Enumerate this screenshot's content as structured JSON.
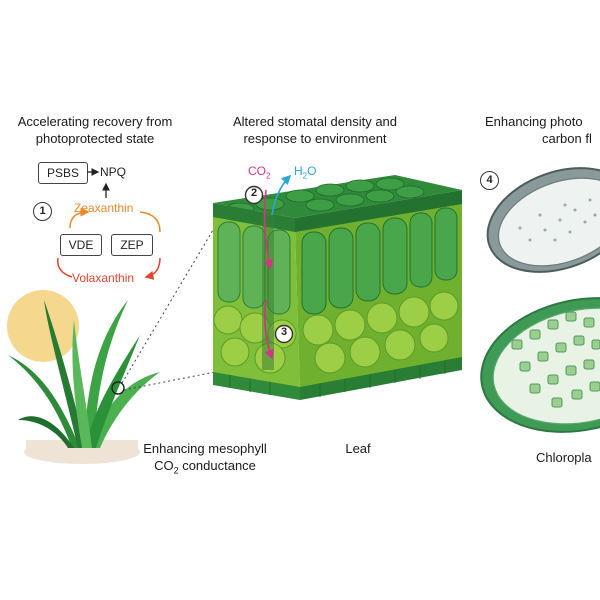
{
  "panel1": {
    "title_line1": "Accelerating recovery from",
    "title_line2": "photoprotected state",
    "psbs": "PSBS",
    "npq": "NPQ",
    "number": "1",
    "zeaxanthin": "Zeaxanthin",
    "vde": "VDE",
    "zep": "ZEP",
    "volaxanthin": "Volaxanthin",
    "caption_line1": "Enhancing mesophyll",
    "caption_co": "CO",
    "caption_sub": "2",
    "caption_rest": " conductance"
  },
  "panel2": {
    "title_line1": "Altered stomatal density and",
    "title_line2": "response to environment",
    "co_label": "CO",
    "co_sub": "2",
    "h_label": "H",
    "h_sub": "2",
    "o_label": "O",
    "number2": "2",
    "number3": "3",
    "leaf_label": "Leaf"
  },
  "panel3": {
    "title_line1": "Enhancing photo",
    "title_line2": "carbon fl",
    "number": "4",
    "chloro_label": "Chloropla"
  },
  "colors": {
    "leaf_dark": "#2f8a3a",
    "leaf_mid": "#4fa84a",
    "mesophyll": "#8cc63f",
    "sun": "#f3d17a",
    "co2": "#d63384",
    "h2o": "#2aa7d6",
    "orange": "#e88a2a",
    "red": "#e0452c"
  }
}
